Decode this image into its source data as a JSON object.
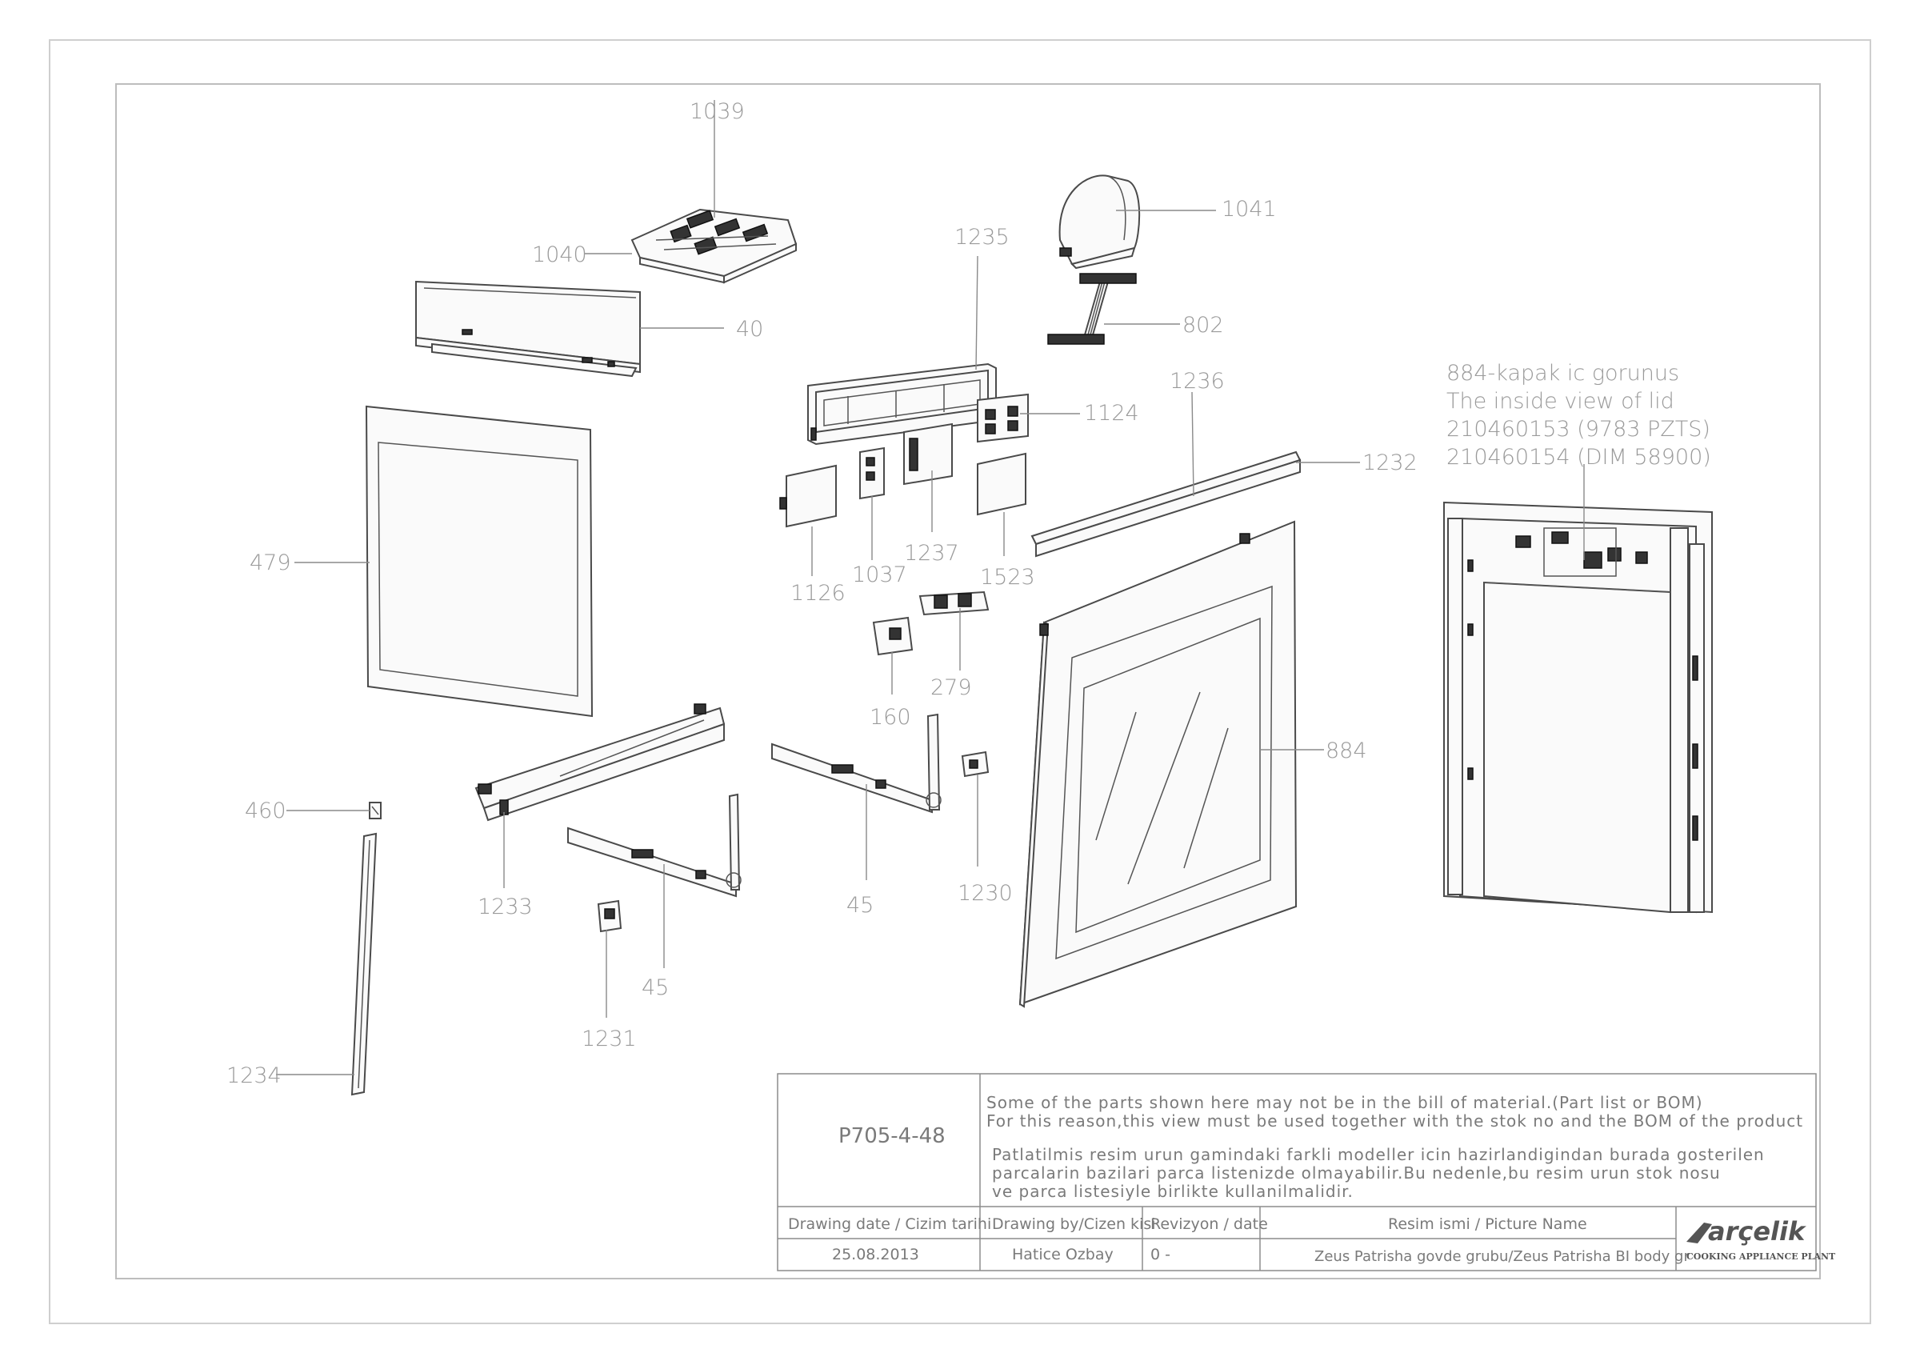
{
  "part_labels": {
    "p1039": "1039",
    "p1040": "1040",
    "p40": "40",
    "p1041": "1041",
    "p802": "802",
    "p1235": "1235",
    "p1124": "1124",
    "p1236": "1236",
    "p1232": "1232",
    "p479": "479",
    "p1126": "1126",
    "p1037": "1037",
    "p1237": "1237",
    "p1523": "1523",
    "p279": "279",
    "p160": "160",
    "p884": "884",
    "p460": "460",
    "p1233": "1233",
    "p45a": "45",
    "p45b": "45",
    "p1230": "1230",
    "p1231": "1231",
    "p1234": "1234"
  },
  "inside_view_note": [
    "884-kapak ic gorunus",
    "The inside view of lid",
    "210460153 (9783 PZTS)",
    "210460154 (DIM 58900)"
  ],
  "title_block": {
    "drawing_no": "P705-4-48",
    "note_en": [
      "Some of the parts shown here may not be in the bill of material.(Part list or BOM)",
      "For this reason,this view must be used together with the stok no and the BOM of the product"
    ],
    "note_tr": [
      "Patlatilmis resim urun gamindaki farkli modeller icin hazirlandigindan burada gosterilen",
      "parcalarin bazilari parca listenizde olmayabilir.Bu nedenle,bu resim urun stok nosu",
      "ve parca listesiyle birlikte kullanilmalidir."
    ],
    "headers": {
      "date": "Drawing date / Cizim tarihi",
      "by": "Drawing by/Cizen kisi",
      "rev": "Revizyon / date",
      "name": "Resim ismi / Picture Name"
    },
    "values": {
      "date": "25.08.2013",
      "by": "Hatice Ozbay",
      "rev": "0 -",
      "name": "Zeus Patrisha govde grubu/Zeus Patrisha BI body gr"
    },
    "brand": "arçelik",
    "plant": "COOKING APPLIANCE PLANT"
  },
  "colors": {
    "line": "#4a4a4a",
    "label": "#9a9a9a",
    "frame": "#c8c8c8"
  }
}
